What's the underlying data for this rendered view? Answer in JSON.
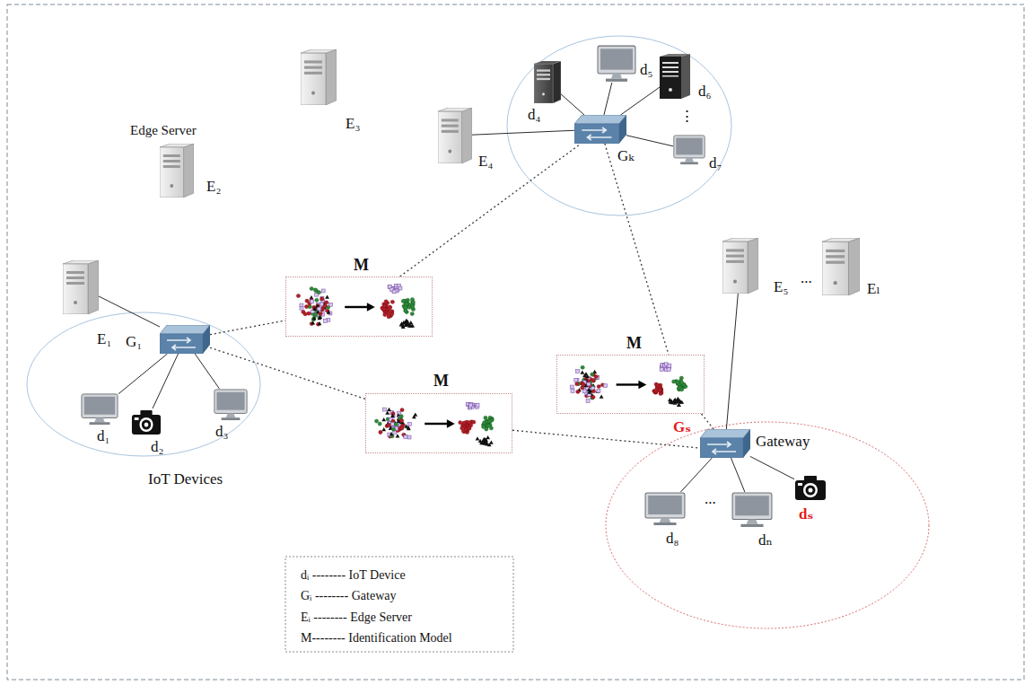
{
  "diagram": {
    "nodes": [
      {
        "text": [
          "E₂"
        ]
      },
      {
        "text": [
          "E₃"
        ]
      },
      {
        "text": [
          "E₄"
        ]
      },
      {
        "text": [
          "Gₖ"
        ]
      },
      {
        "text": [
          "d₄"
        ]
      },
      {
        "text": [
          "d₅"
        ]
      },
      {
        "text": [
          "d₆"
        ]
      },
      {
        "text": [
          "d₇"
        ]
      },
      {
        "text": [
          "E₁"
        ]
      },
      {
        "text": [
          "G₁"
        ]
      },
      {
        "text": [
          "d₁"
        ]
      },
      {
        "text": [
          "d₂"
        ]
      },
      {
        "text": [
          "d₃"
        ]
      },
      {
        "text": [
          "M"
        ]
      },
      {
        "text": [
          "M"
        ]
      },
      {
        "text": [
          "M"
        ]
      },
      {
        "text": [
          "E₅"
        ]
      },
      {
        "text": [
          "Eₗ"
        ]
      },
      {
        "text": [
          "Gₛ"
        ]
      },
      {
        "text": [
          "d₈"
        ]
      },
      {
        "text": [
          "dₙ"
        ]
      },
      {
        "text": [
          "dₛ"
        ]
      }
    ],
    "edges": [
      {
        "from": 8,
        "to": 9,
        "arrow": "none"
      },
      {
        "from": 9,
        "to": 10,
        "arrow": "none"
      },
      {
        "from": 9,
        "to": 11,
        "arrow": "none"
      },
      {
        "from": 9,
        "to": 12,
        "arrow": "none"
      },
      {
        "from": 2,
        "to": 3,
        "arrow": "none"
      },
      {
        "from": 3,
        "to": 4,
        "arrow": "none"
      },
      {
        "from": 3,
        "to": 5,
        "arrow": "none"
      },
      {
        "from": 3,
        "to": 6,
        "arrow": "none"
      },
      {
        "from": 3,
        "to": 7,
        "arrow": "none"
      },
      {
        "from": 16,
        "to": 18,
        "arrow": "none"
      },
      {
        "from": 18,
        "to": 19,
        "arrow": "none"
      },
      {
        "from": 18,
        "to": 20,
        "arrow": "none"
      },
      {
        "from": 18,
        "to": 21,
        "arrow": "none"
      },
      {
        "from": 9,
        "to": 13,
        "arrow": "none"
      },
      {
        "from": 13,
        "to": 3,
        "arrow": "none"
      },
      {
        "from": 3,
        "to": 14,
        "arrow": "none"
      },
      {
        "from": 14,
        "to": 18,
        "arrow": "none"
      },
      {
        "from": 9,
        "to": 15,
        "arrow": "none"
      },
      {
        "from": 15,
        "to": 18,
        "arrow": "none"
      }
    ],
    "labels": [
      "Edge Server",
      "IoT Devices",
      "Gateway",
      "⋮",
      "...",
      "..."
    ],
    "legend": [
      {
        "text": "dᵢ -------- IoT Device"
      },
      {
        "text": "Gᵢ -------- Gateway"
      },
      {
        "text": "Eᵢ -------- Edge Server"
      },
      {
        "text": "M-------- Identification Model"
      }
    ]
  }
}
